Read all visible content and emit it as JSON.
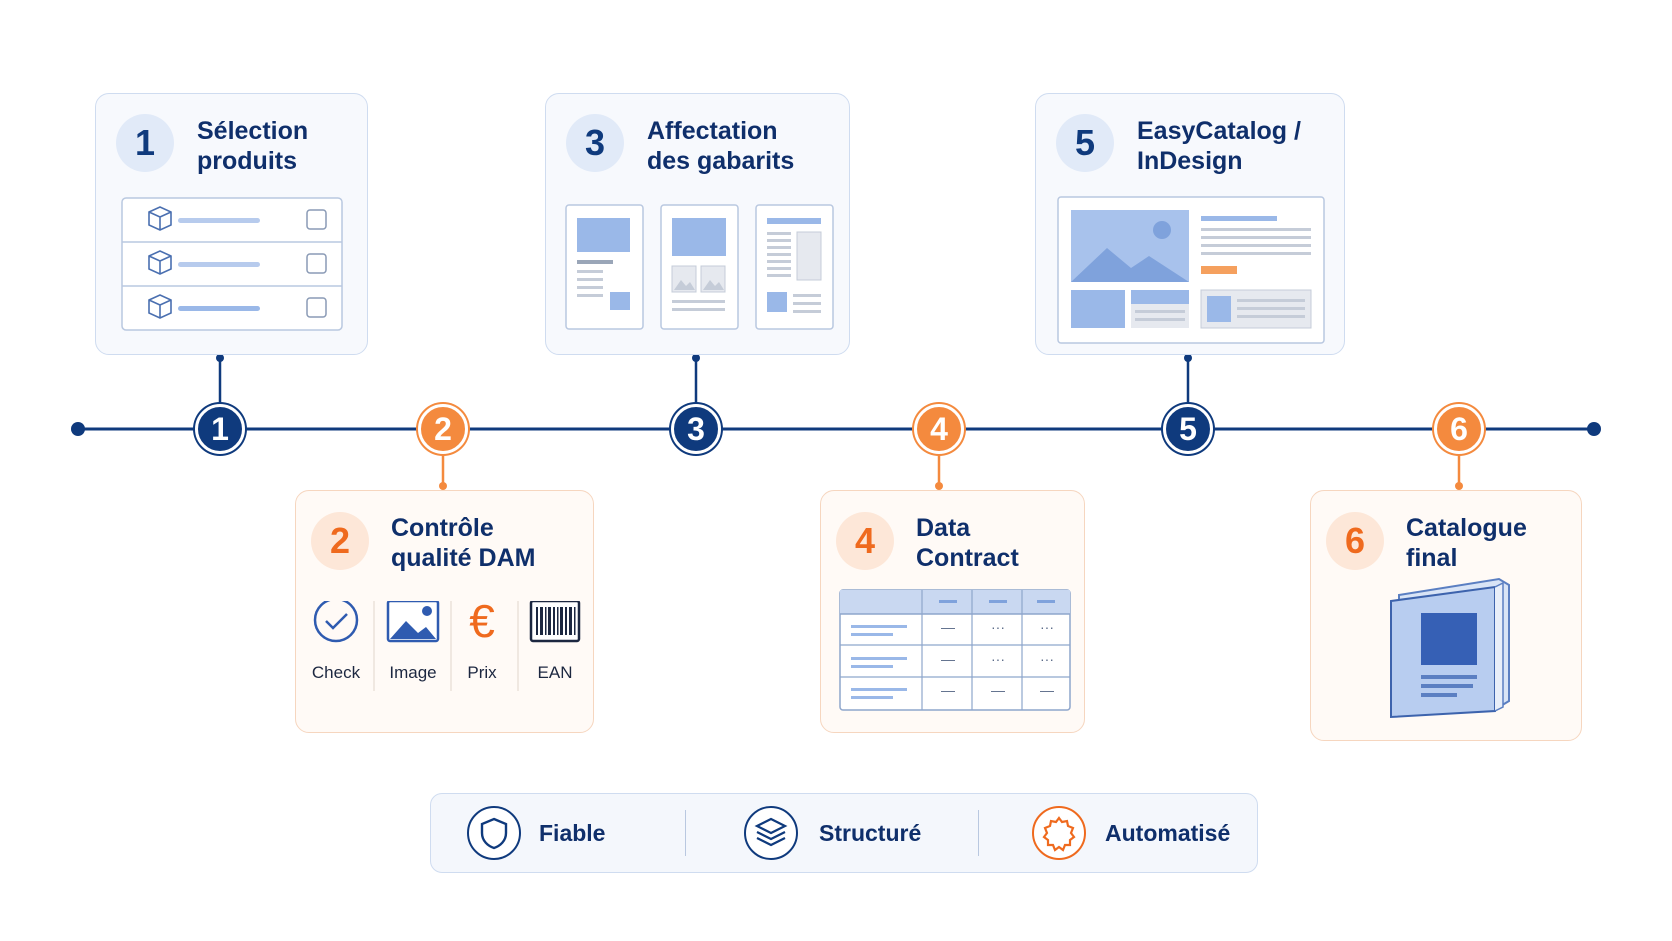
{
  "steps": [
    {
      "number": "1",
      "title_line1": "Sélection",
      "title_line2": "produits",
      "color": "#0f3a7d"
    },
    {
      "number": "2",
      "title_line1": "Contrôle",
      "title_line2": "qualité DAM",
      "color": "#f48a3e"
    },
    {
      "number": "3",
      "title_line1": "Affectation",
      "title_line2": "des gabarits",
      "color": "#0f3a7d"
    },
    {
      "number": "4",
      "title_line1": "Data",
      "title_line2": "Contract",
      "color": "#f48a3e"
    },
    {
      "number": "5",
      "title_line1": "EasyCatalog /",
      "title_line2": "InDesign",
      "color": "#0f3a7d"
    },
    {
      "number": "6",
      "title_line1": "Catalogue",
      "title_line2": "final",
      "color": "#f48a3e"
    }
  ],
  "dam_checks": [
    {
      "label": "Check",
      "icon": "check-circle-icon"
    },
    {
      "label": "Image",
      "icon": "image-icon"
    },
    {
      "label": "Prix",
      "icon": "euro-icon"
    },
    {
      "label": "EAN",
      "icon": "barcode-icon"
    }
  ],
  "data_contract_table": {
    "rows": [
      [
        "—",
        "···",
        "···"
      ],
      [
        "—",
        "···",
        "···"
      ],
      [
        "—",
        "—",
        "—"
      ]
    ]
  },
  "benefits": [
    {
      "label": "Fiable",
      "icon": "shield-icon"
    },
    {
      "label": "Structuré",
      "icon": "layers-icon"
    },
    {
      "label": "Automatisé",
      "icon": "gear-icon"
    }
  ],
  "colors": {
    "navy": "#0f3a7d",
    "orange": "#f48a3e",
    "light_blue": "#9ab8e8"
  }
}
